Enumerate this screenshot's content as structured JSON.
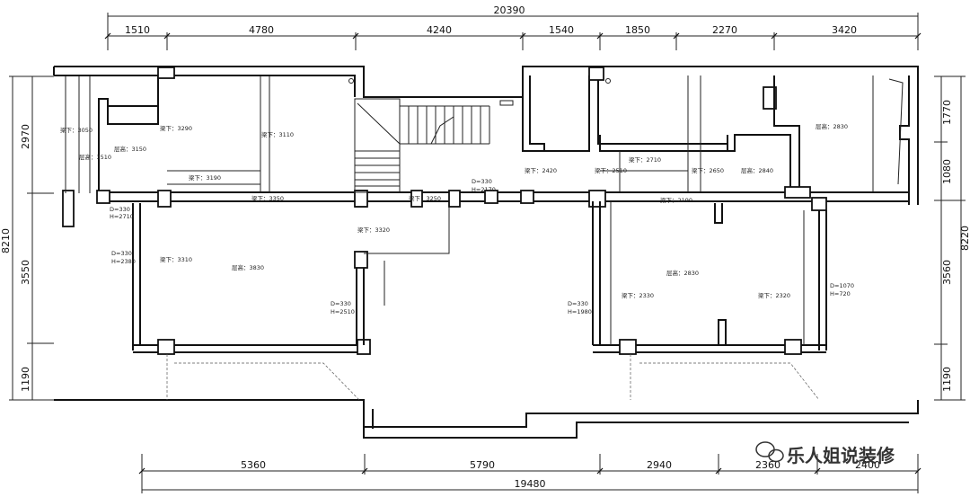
{
  "dimensions": {
    "top_total": "20390",
    "top_segments": [
      "1510",
      "4780",
      "4240",
      "1540",
      "1850",
      "2270",
      "3420"
    ],
    "bottom_total": "19480",
    "bottom_segments": [
      "5360",
      "5790",
      "2940",
      "2360",
      "2400"
    ],
    "left_total": "8210",
    "left_segments": [
      "2970",
      "3550",
      "1190"
    ],
    "right_total": "8220",
    "right_segments": [
      "1770",
      "1080",
      "3560",
      "1190"
    ]
  },
  "annotations": {
    "beam_3050": "梁下：3050",
    "ceiling_3150": "层高：3150",
    "ceiling_3510": "层高：3510",
    "beam_3290": "梁下：3290",
    "beam_3110": "梁下：3110",
    "beam_3190": "梁下：3190",
    "beam_3350": "梁下：3350",
    "beam_3250": "梁下：3250",
    "beam_3320": "梁下：3320",
    "beam_3310": "梁下：3310",
    "ceiling_3830": "层高：3830",
    "d330_h2710_d": "D=330",
    "d330_h2710_h": "H=2710",
    "d330_h2380_d": "D=330",
    "d330_h2380_h": "H=2380",
    "d330_h2510_d": "D=330",
    "d330_h2510_h": "H=2510",
    "d330_h2170_d": "D=330",
    "d330_h2170_h": "H=2170",
    "d330_h1980_d": "D=330",
    "d330_h1980_h": "H=1980",
    "beam_2420": "梁下：2420",
    "beam_2510": "梁下：2510",
    "beam_2710": "梁下：2710",
    "beam_2650": "梁下：2650",
    "ceiling_2840": "层高：2840",
    "ceiling_2830_top": "层高：2830",
    "beam_2190": "梁下：2190",
    "ceiling_2830_mid": "层高：2830",
    "beam_2330": "梁下：2330",
    "beam_2320": "梁下：2320",
    "d1070_h720_d": "D=1070",
    "d1070_h720_h": "H=720"
  },
  "watermark": {
    "text": "乐人姐说装修"
  }
}
